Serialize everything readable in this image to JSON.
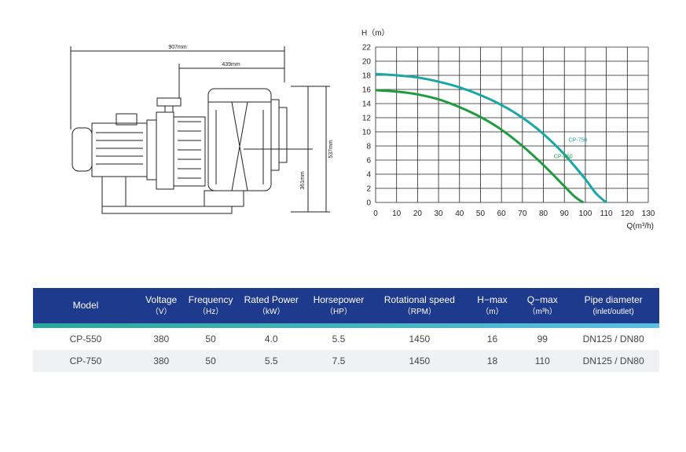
{
  "drawing": {
    "dim_total_length": "907mm",
    "dim_partial_length": "439mm",
    "dim_total_height": "537mm",
    "dim_axis_height": "361mm"
  },
  "chart_data": {
    "type": "line",
    "xlabel": "Q(m³/h)",
    "ylabel": "H（m）",
    "xlim": [
      0,
      130
    ],
    "ylim": [
      0,
      22
    ],
    "xticks": [
      0,
      10,
      20,
      30,
      40,
      50,
      60,
      70,
      80,
      90,
      100,
      110,
      120,
      130
    ],
    "yticks": [
      0,
      2,
      4,
      6,
      8,
      10,
      12,
      14,
      16,
      18,
      20,
      22
    ],
    "grid": true,
    "series": [
      {
        "name": "CP-750",
        "color": "#1aa6a6",
        "x": [
          0,
          10,
          20,
          30,
          40,
          50,
          60,
          70,
          80,
          90,
          100,
          105,
          110
        ],
        "y": [
          18.2,
          18.0,
          17.7,
          17.1,
          16.3,
          15.2,
          13.8,
          12.0,
          9.7,
          6.8,
          3.3,
          1.3,
          0
        ]
      },
      {
        "name": "CP-550",
        "color": "#1f9a3e",
        "x": [
          0,
          10,
          20,
          30,
          40,
          50,
          60,
          70,
          80,
          90,
          95,
          99
        ],
        "y": [
          15.9,
          15.7,
          15.3,
          14.6,
          13.5,
          12.1,
          10.3,
          8.0,
          5.3,
          2.3,
          0.8,
          0
        ]
      }
    ]
  },
  "table": {
    "headers": [
      {
        "label": "Model",
        "unit": ""
      },
      {
        "label": "Voltage",
        "unit": "（V）"
      },
      {
        "label": "Frequency",
        "unit": "（Hz）"
      },
      {
        "label": "Rated Power",
        "unit": "（kW）"
      },
      {
        "label": "Horsepower",
        "unit": "（HP）"
      },
      {
        "label": "Rotational speed",
        "unit": "（RPM）"
      },
      {
        "label": "H−max",
        "unit": "（m）"
      },
      {
        "label": "Q−max",
        "unit": "（m³h）"
      },
      {
        "label": "Pipe diameter",
        "unit": "(inlet/outlet)"
      }
    ],
    "rows": [
      [
        "CP-550",
        "380",
        "50",
        "4.0",
        "5.5",
        "1450",
        "16",
        "99",
        "DN125 / DN80"
      ],
      [
        "CP-750",
        "380",
        "50",
        "5.5",
        "7.5",
        "1450",
        "18",
        "110",
        "DN125 / DN80"
      ]
    ]
  }
}
